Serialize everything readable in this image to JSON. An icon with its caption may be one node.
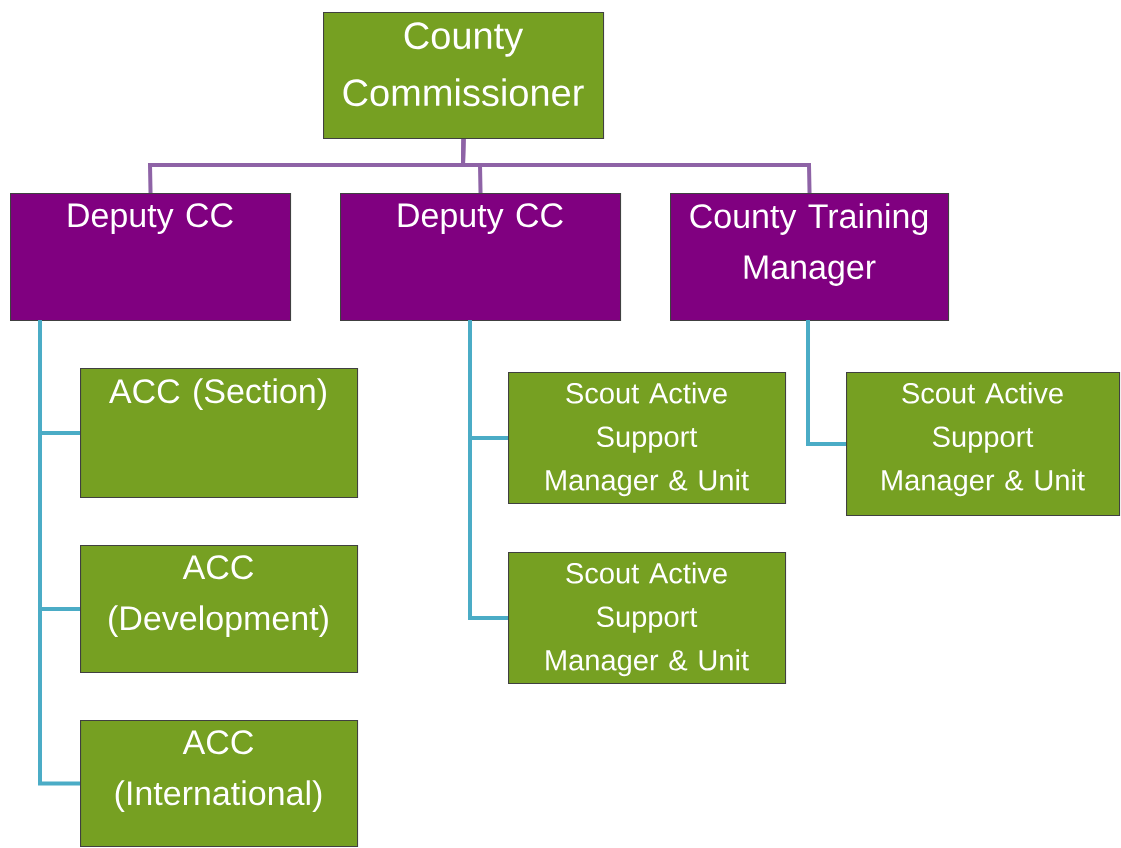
{
  "diagram": {
    "nodes": [
      {
        "text": [
          "County Commissioner"
        ]
      },
      {
        "text": [
          "Deputy CC"
        ]
      },
      {
        "text": [
          "Deputy CC"
        ]
      },
      {
        "text": [
          "County Training Manager"
        ]
      },
      {
        "text": [
          "ACC (Section)"
        ]
      },
      {
        "text": [
          "ACC (Development)"
        ]
      },
      {
        "text": [
          "ACC (International)"
        ]
      },
      {
        "text": [
          "Scout Active Support Manager & Unit"
        ]
      },
      {
        "text": [
          "Scout Active Support Manager & Unit"
        ]
      },
      {
        "text": [
          "Scout Active Support Manager & Unit"
        ]
      }
    ],
    "edges": [
      {
        "from": 0,
        "to": 1,
        "arrow": "none",
        "color": "#8e63a6"
      },
      {
        "from": 0,
        "to": 2,
        "arrow": "none",
        "color": "#8e63a6"
      },
      {
        "from": 0,
        "to": 3,
        "arrow": "none",
        "color": "#8e63a6"
      },
      {
        "from": 1,
        "to": 4,
        "arrow": "none"
      },
      {
        "from": 1,
        "to": 5,
        "arrow": "none"
      },
      {
        "from": 1,
        "to": 6,
        "arrow": "none"
      },
      {
        "from": 2,
        "to": 7,
        "arrow": "none"
      },
      {
        "from": 2,
        "to": 8,
        "arrow": "none"
      },
      {
        "from": 3,
        "to": 9,
        "arrow": "none"
      }
    ]
  }
}
